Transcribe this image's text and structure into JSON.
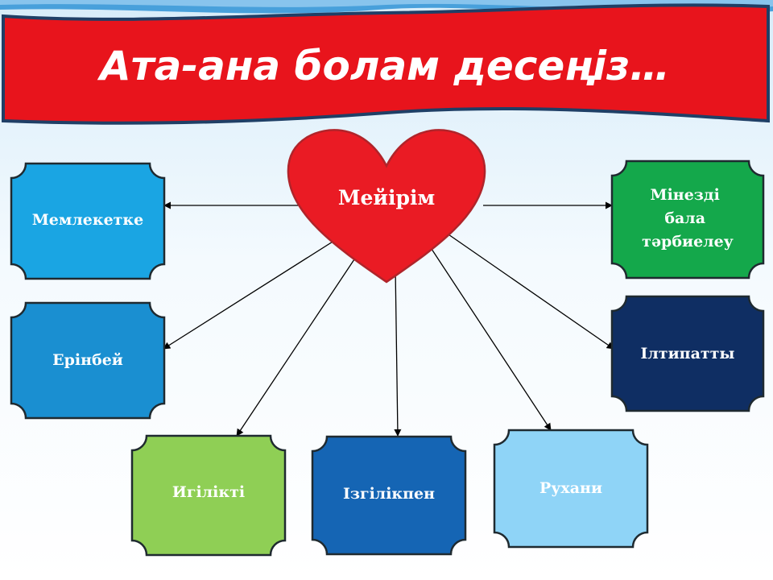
{
  "title": "Ата-ана болам десеңіз…",
  "center": {
    "label": "Мейірім",
    "color": "#ea1b24"
  },
  "boxes": [
    {
      "id": "memleketke",
      "lines": [
        "Мемлекетке"
      ],
      "color": "#1aa5e3"
    },
    {
      "id": "erinbei",
      "lines": [
        "Ерінбей"
      ],
      "color": "#1a8fd1"
    },
    {
      "id": "igilikti",
      "lines": [
        "Игілікті"
      ],
      "color": "#8fcf55"
    },
    {
      "id": "izgilikpen",
      "lines": [
        "Ізгілікпен"
      ],
      "color": "#1565b4"
    },
    {
      "id": "ruhani",
      "lines": [
        "Рухани"
      ],
      "color": "#8fd4f7"
    },
    {
      "id": "iltipatty",
      "lines": [
        "Ілтипатты"
      ],
      "color": "#0f2e63"
    },
    {
      "id": "minezdi",
      "lines": [
        "Мінезді",
        "бала",
        "тәрбиелеу"
      ],
      "color": "#14a84b"
    }
  ],
  "colors": {
    "banner": "#e8141c",
    "banner_border": "#1f3f66",
    "wave": "#2f93d6",
    "box_border": "#1f2a30"
  }
}
